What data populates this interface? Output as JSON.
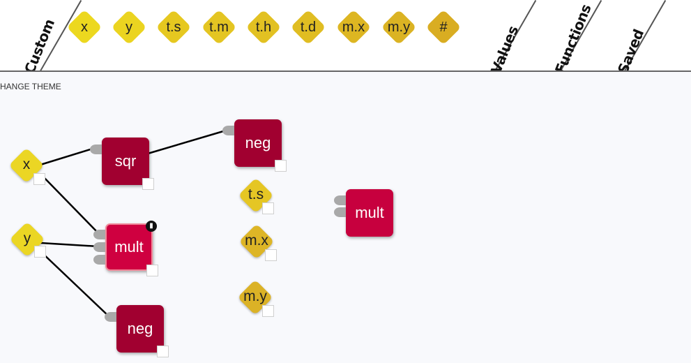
{
  "tabs": {
    "custom": "Custom",
    "values": "Values",
    "functions": "Functions",
    "saved": "Saved"
  },
  "palette": [
    {
      "label": "x",
      "color": "#ecd81f"
    },
    {
      "label": "y",
      "color": "#ebd420"
    },
    {
      "label": "t.s",
      "color": "#e6c820"
    },
    {
      "label": "t.m",
      "color": "#e4c522"
    },
    {
      "label": "t.h",
      "color": "#e2c122"
    },
    {
      "label": "t.d",
      "color": "#e0bd22"
    },
    {
      "label": "m.x",
      "color": "#ddb622"
    },
    {
      "label": "m.y",
      "color": "#dbb323"
    },
    {
      "label": "#",
      "color": "#d9ad22"
    }
  ],
  "change_theme": "HANGE THEME",
  "nodes": {
    "x": "x",
    "y": "y",
    "sqr": "sqr",
    "neg_top": "neg",
    "mult_selected": "mult",
    "neg_bottom": "neg",
    "ts": "t.s",
    "mx": "m.x",
    "my": "m.y",
    "mult_right": "mult"
  },
  "icons": {
    "trash": "trash-icon"
  },
  "colors": {
    "box_dark": "#a10030",
    "box_selected": "#cf0040",
    "box_right": "#c7003e",
    "value_yellow": "#ebd624",
    "value_gold": "#ddb526",
    "port_gray": "#a9a9a9",
    "wire": "#000000"
  }
}
